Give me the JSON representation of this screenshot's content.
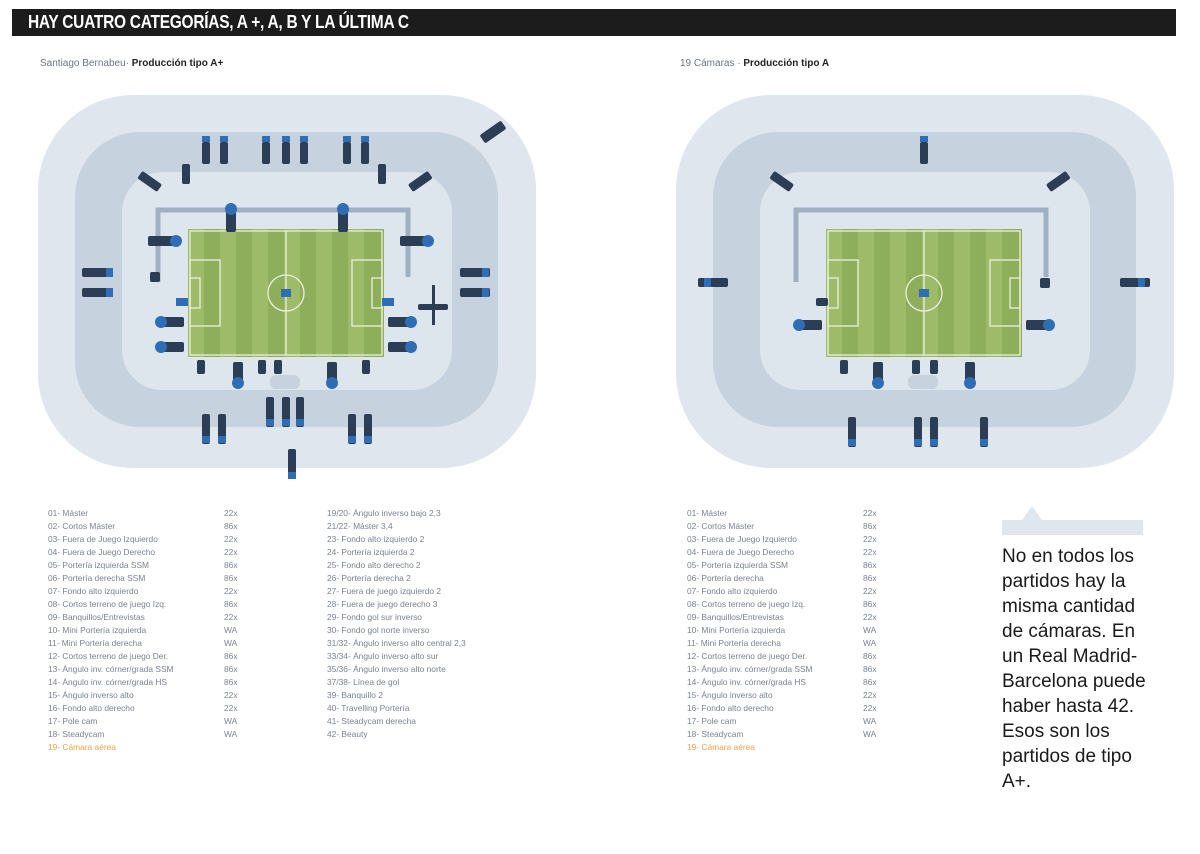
{
  "header": {
    "title": "HAY CUATRO CATEGORÍAS, A +, A, B Y LA ÚLTIMA C"
  },
  "left": {
    "subtitle_prefix": "Santiago Bernabeu·",
    "subtitle_bold": "Producción tipo A+",
    "list_col1": [
      {
        "label": "01- Máster",
        "zoom": "22x"
      },
      {
        "label": "02- Cortos Máster",
        "zoom": "86x"
      },
      {
        "label": "03- Fuera de Juego Izquierdo",
        "zoom": "22x"
      },
      {
        "label": "04- Fuera de Juego Derecho",
        "zoom": "22x"
      },
      {
        "label": "05- Portería izquierda SSM",
        "zoom": "86x"
      },
      {
        "label": "06- Portería derecha SSM",
        "zoom": "86x"
      },
      {
        "label": "07- Fondo alto izquierdo",
        "zoom": "22x"
      },
      {
        "label": "08- Cortos terreno de juego Izq.",
        "zoom": "86x"
      },
      {
        "label": "09- Banquillos/Entrevistas",
        "zoom": "22x"
      },
      {
        "label": "10- Mini Portería izquierda",
        "zoom": "WA"
      },
      {
        "label": "11- Mini Portería derecha",
        "zoom": "WA"
      },
      {
        "label": "12- Cortos terreno de juego Der.",
        "zoom": "86x"
      },
      {
        "label": "13- Ángulo inv. córner/grada SSM",
        "zoom": "86x"
      },
      {
        "label": "14- Ángulo inv. córner/grada HS",
        "zoom": "86x"
      },
      {
        "label": "15- Ángulo inverso alto",
        "zoom": "22x"
      },
      {
        "label": "16- Fondo alto derecho",
        "zoom": "22x"
      },
      {
        "label": "17- Pole cam",
        "zoom": "WA"
      },
      {
        "label": "18- Steadycam",
        "zoom": "WA"
      },
      {
        "label": "19- Cámara aérea",
        "zoom": "",
        "aerial": true
      }
    ],
    "list_col2": [
      {
        "label": "19/20- Ángulo inverso bajo 2,3"
      },
      {
        "label": "21/22- Máster 3,4"
      },
      {
        "label": "23- Fondo alto izquierdo 2"
      },
      {
        "label": "24- Portería izquierda 2"
      },
      {
        "label": "25- Fondo alto derecho 2"
      },
      {
        "label": "26- Portería derecha 2"
      },
      {
        "label": "27- Fuera de juego izquierdo 2"
      },
      {
        "label": "28- Fuera de juego derecho 3"
      },
      {
        "label": "29- Fondo gol sur inverso"
      },
      {
        "label": "30- Fondo gol norte inverso"
      },
      {
        "label": "31/32- Ángulo inverso alto central 2,3"
      },
      {
        "label": "33/34- Ángulo inverso alto sur"
      },
      {
        "label": "35/36- Ángulo inverso alto norte"
      },
      {
        "label": "37/38- Línea de gol"
      },
      {
        "label": "39- Banquillo 2"
      },
      {
        "label": "40- Travelling Portería"
      },
      {
        "label": "41- Steadycam derecha"
      },
      {
        "label": "42- Beauty"
      }
    ]
  },
  "right": {
    "subtitle_prefix": "19 Cámaras ·",
    "subtitle_bold": "Producción tipo A",
    "list_col1": [
      {
        "label": "01- Máster",
        "zoom": "22x"
      },
      {
        "label": "02- Cortos Máster",
        "zoom": "86x"
      },
      {
        "label": "03- Fuera de Juego Izquierdo",
        "zoom": "22x"
      },
      {
        "label": "04- Fuera de Juego Derecho",
        "zoom": "22x"
      },
      {
        "label": "05- Portería izquierda SSM",
        "zoom": "86x"
      },
      {
        "label": "06- Portería derecha",
        "zoom": "86x"
      },
      {
        "label": "07- Fondo alto izquierdo",
        "zoom": "22x"
      },
      {
        "label": "08- Cortos terreno de juego Izq.",
        "zoom": "86x"
      },
      {
        "label": "09- Banquillos/Entrevistas",
        "zoom": "22x"
      },
      {
        "label": "10- Mini Portería izquierda",
        "zoom": "WA"
      },
      {
        "label": "11- Mini Portería derecha",
        "zoom": "WA"
      },
      {
        "label": "12- Cortos terreno de juego Der.",
        "zoom": "86x"
      },
      {
        "label": "13- Ángulo inv. córner/grada SSM",
        "zoom": "86x"
      },
      {
        "label": "14- Ángulo inv. córner/grada HS",
        "zoom": "86x"
      },
      {
        "label": "15- Ángulo inverso alto",
        "zoom": "22x"
      },
      {
        "label": "16- Fondo alto derecho",
        "zoom": "22x"
      },
      {
        "label": "17- Pole cam",
        "zoom": "WA"
      },
      {
        "label": "18- Steadycam",
        "zoom": "WA"
      },
      {
        "label": "19- Cámara aérea",
        "zoom": "",
        "aerial": true
      }
    ]
  },
  "note": {
    "text": "No en todos los partidos hay la misma cantidad de cámaras. En un Real Madrid-Barcelona puede haber hasta 42. Esos son los partidos de tipo A+."
  },
  "colors": {
    "banner": "#1c1c1c",
    "stadium_outer": "#dfe6ee",
    "stadium_inner": "#c6d2de",
    "pitch": "#8fae5c",
    "camera": "#2c3e55",
    "label": "#2f6db5",
    "aerial": "#e8a24c"
  }
}
